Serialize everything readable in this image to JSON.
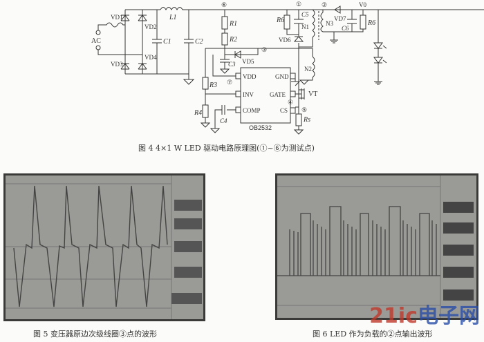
{
  "figure4": {
    "caption": "图 4   4×1 W LED 驱动电路原理图(①~⑥为测试点)",
    "chip": "OB2532",
    "pins": {
      "vdd": "VDD",
      "inv": "INV",
      "comp": "COMP",
      "gnd": "GND",
      "gate": "GATE",
      "cs": "CS"
    },
    "components": {
      "ac": "AC",
      "vd1": "VD1",
      "vd2": "VD2",
      "vd3": "VD3",
      "vd4": "VD4",
      "l1": "L1",
      "c1": "C1",
      "c2": "C2",
      "r1": "R1",
      "r2": "R2",
      "r3": "R3",
      "r4": "R4",
      "c3": "C3",
      "c4": "C4",
      "vd5": "VD5",
      "r6a": "R6",
      "c5": "C5",
      "n1": "N1",
      "vd6": "VD6",
      "n2": "N2",
      "n3": "N3",
      "vd7": "VD7",
      "c6": "C6",
      "r6b": "R6",
      "vo": "V0",
      "vt": "VT",
      "rs": "Rs"
    },
    "test_points": {
      "p1": "①",
      "p2": "②",
      "p3": "③",
      "p4": "④",
      "p5": "⑤",
      "p6": "⑥",
      "p7": "⑦"
    }
  },
  "figure5": {
    "caption": "图 5   变压器原边次级线圈③点的波形"
  },
  "figure6": {
    "caption": "图 6   LED 作为负载的②点输出波形"
  },
  "watermark": {
    "text": "21ic 电子网",
    "colors": {
      "red": "#c0392b",
      "blue": "#2a4fa8"
    }
  }
}
